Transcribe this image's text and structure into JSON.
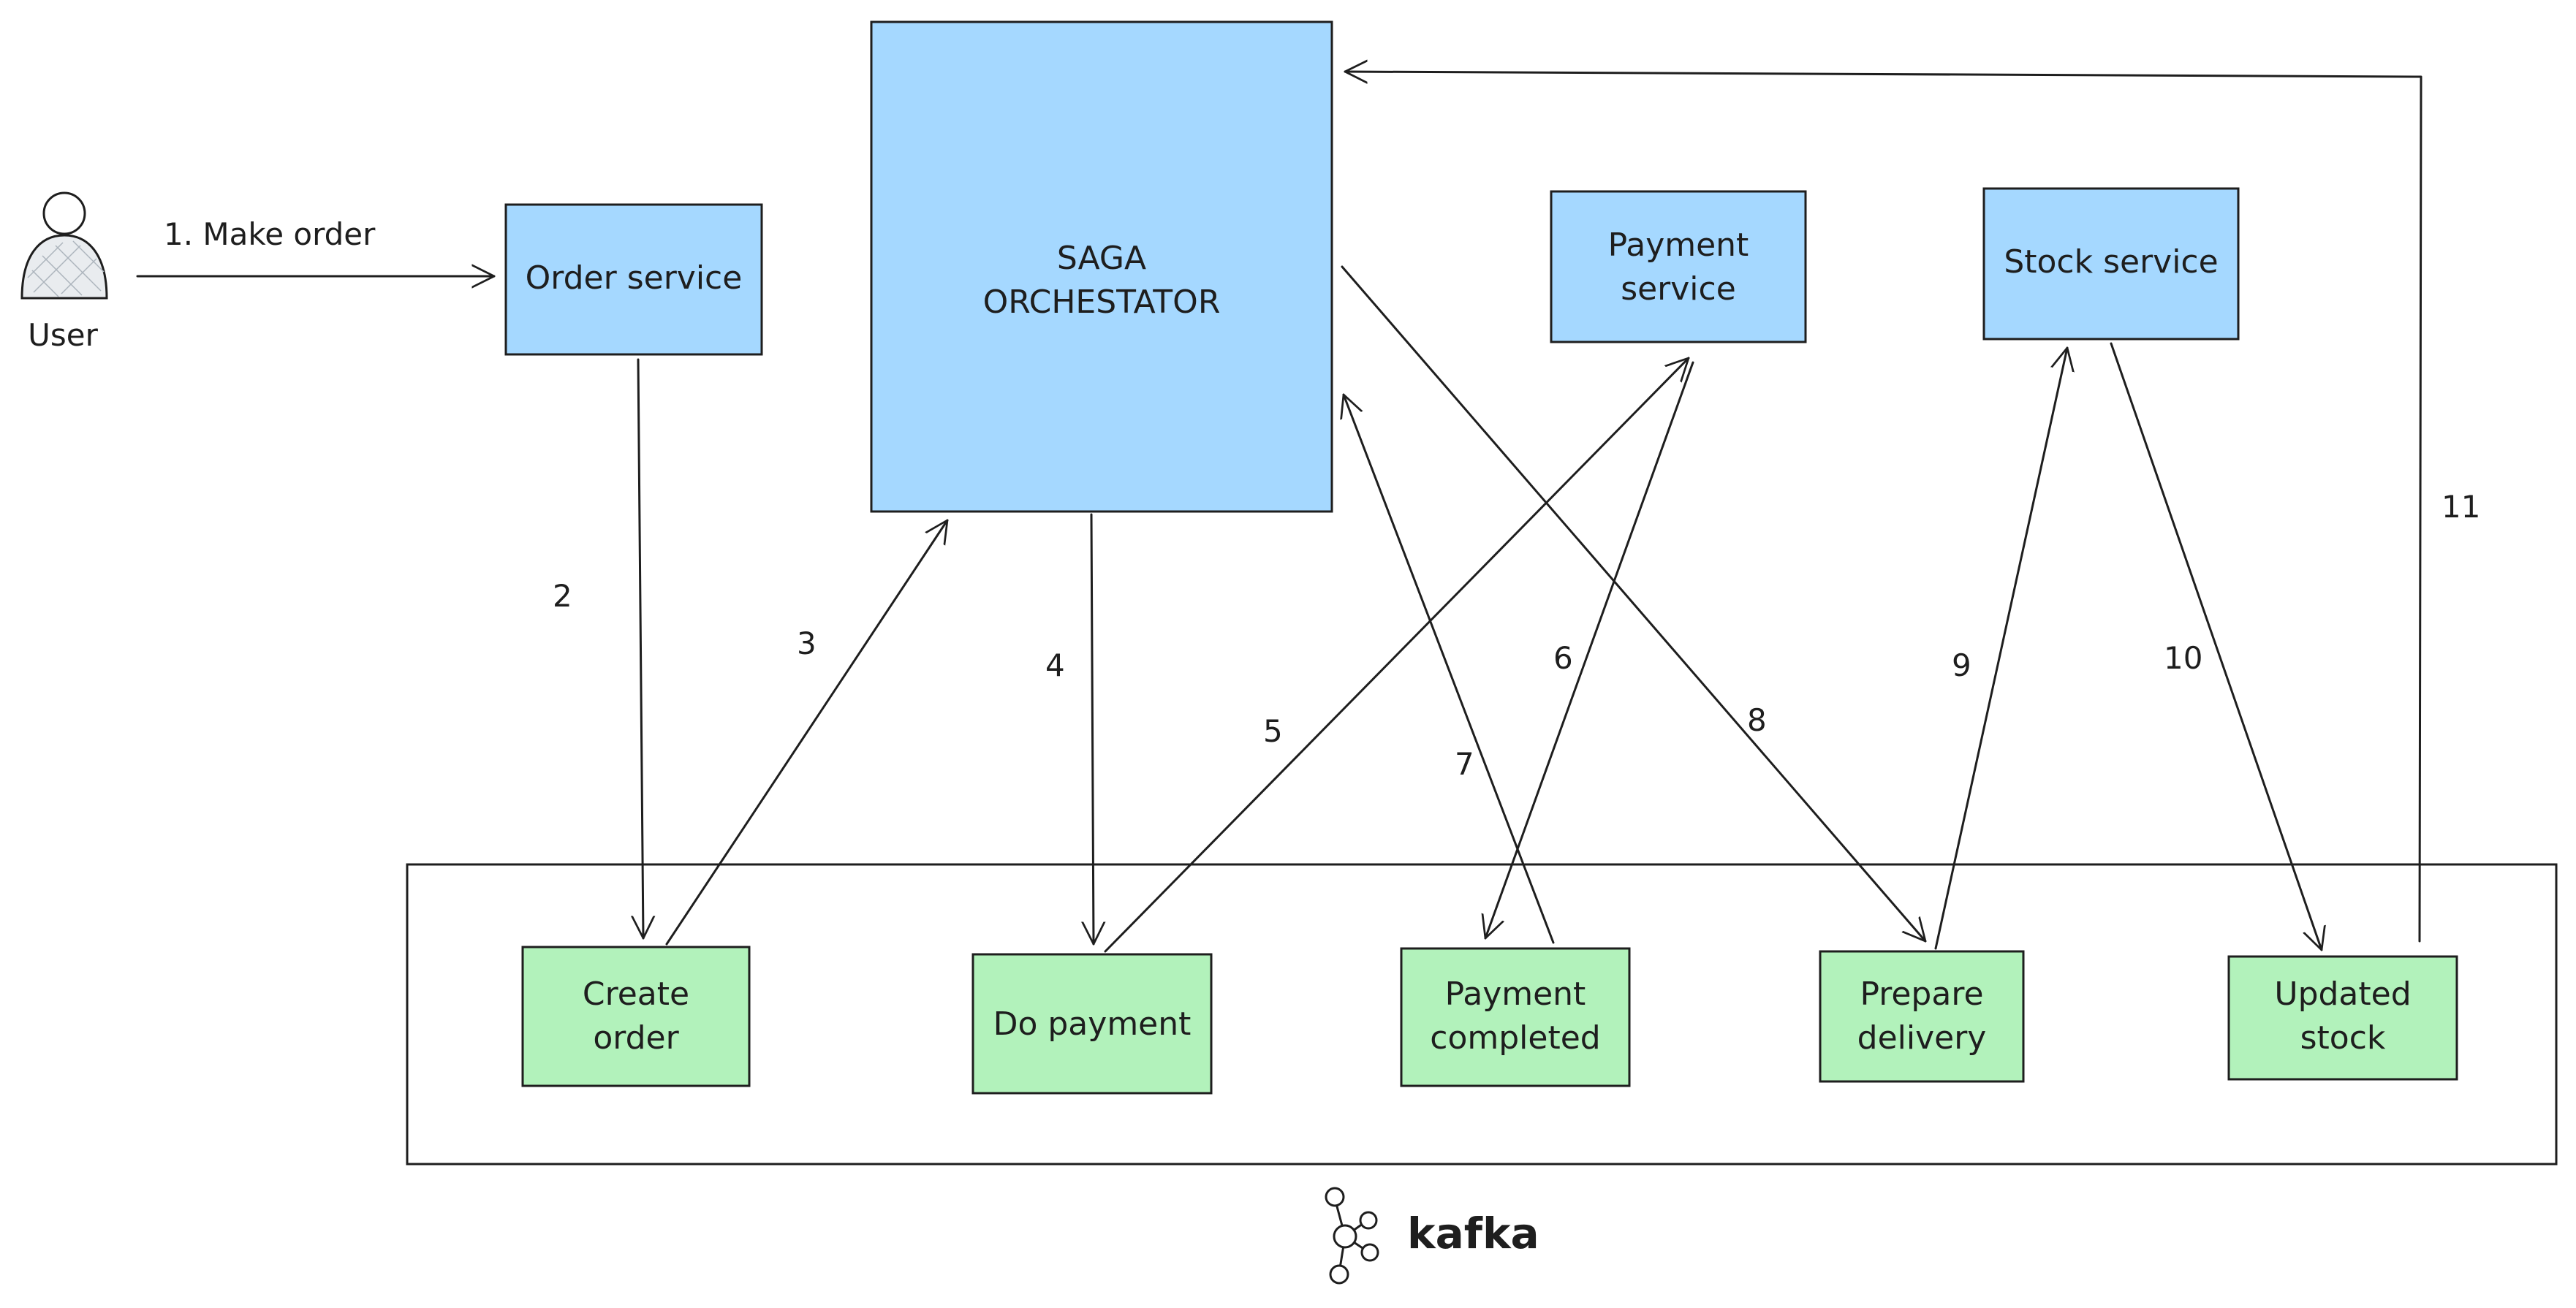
{
  "user": {
    "label": "User"
  },
  "services": {
    "order": [
      "Order service"
    ],
    "saga": [
      "SAGA",
      "ORCHESTATOR"
    ],
    "payment": [
      "Payment",
      "service"
    ],
    "stock": [
      "Stock service"
    ]
  },
  "kafka": {
    "label": "kafka",
    "topics": {
      "create_order": [
        "Create",
        "order"
      ],
      "do_payment": [
        "Do payment"
      ],
      "payment_completed": [
        "Payment",
        "completed"
      ],
      "prepare_delivery": [
        "Prepare",
        "delivery"
      ],
      "updated_stock": [
        "Updated",
        "stock"
      ]
    }
  },
  "flows": {
    "f1": "1. Make order",
    "f2": "2",
    "f3": "3",
    "f4": "4",
    "f5": "5",
    "f6": "6",
    "f7": "7",
    "f8": "8",
    "f9": "9",
    "f10": "10",
    "f11": "11"
  },
  "colors": {
    "service_fill": "#a5d8ff",
    "topic_fill": "#b2f2bb",
    "stroke": "#1e1e1e"
  }
}
